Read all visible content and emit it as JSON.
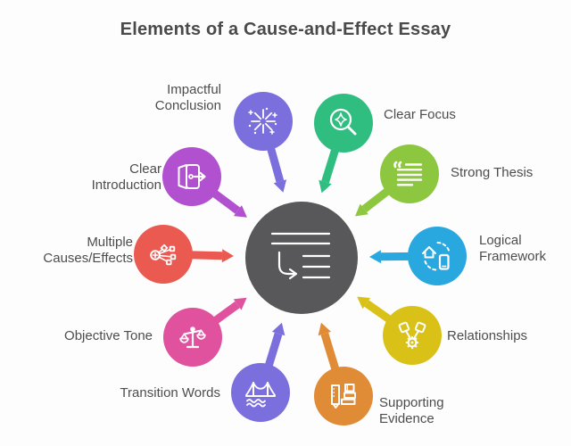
{
  "title": "Elements of a Cause-and-Effect Essay",
  "center": {
    "icon": "essay-outline-icon",
    "color": "#58585a"
  },
  "items": [
    {
      "label": "Impactful\nConclusion",
      "icon": "fireworks-icon",
      "color": "#7b6fde"
    },
    {
      "label": "Clear Focus",
      "icon": "magnifier-sparkle-icon",
      "color": "#2fbe80"
    },
    {
      "label": "Strong Thesis",
      "icon": "quote-text-icon",
      "color": "#8dc63f"
    },
    {
      "label": "Logical\nFramework",
      "icon": "sync-structure-icon",
      "color": "#29a8e0"
    },
    {
      "label": "Relationships",
      "icon": "gear-pistons-icon",
      "color": "#d9c118"
    },
    {
      "label": "Supporting\nEvidence",
      "icon": "books-icon",
      "color": "#e08b36"
    },
    {
      "label": "Transition Words",
      "icon": "bridge-icon",
      "color": "#7b6fde"
    },
    {
      "label": "Objective Tone",
      "icon": "balance-scale-icon",
      "color": "#e0529e"
    },
    {
      "label": "Multiple\nCauses/Effects",
      "icon": "branching-nodes-icon",
      "color": "#eb5a50"
    },
    {
      "label": "Clear\nIntroduction",
      "icon": "open-door-icon",
      "color": "#b151cf"
    }
  ]
}
